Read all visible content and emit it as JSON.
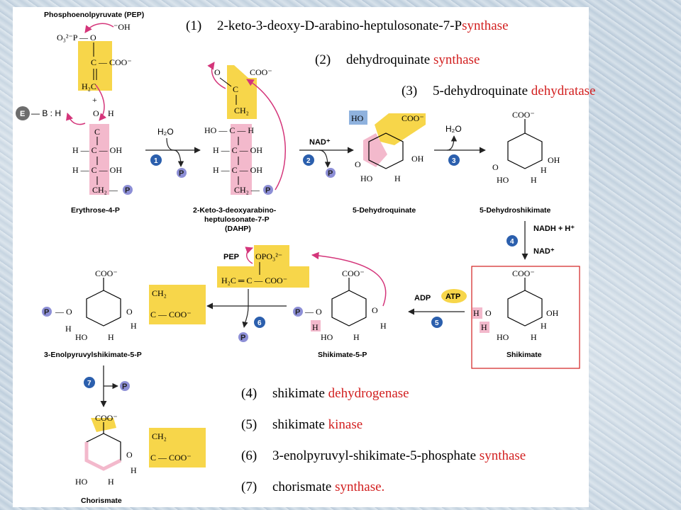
{
  "enzymes": [
    {
      "num": "(1)",
      "name": "2-keto-3-deoxy-D-arabino-heptulosonate-7-P",
      "kw": "synthase"
    },
    {
      "num": "(2)",
      "name": "dehydroquinate",
      "kw": "synthase"
    },
    {
      "num": "(3)",
      "name": "5-dehydroquinate",
      "kw": "dehydratase"
    },
    {
      "num": "(4)",
      "name": "shikimate",
      "kw": "dehydrogenase"
    },
    {
      "num": "(5)",
      "name": "shikimate",
      "kw": "kinase"
    },
    {
      "num": "(6)",
      "name": "3-enolpyruvyl-shikimate-5-phosphate",
      "kw": "synthase"
    },
    {
      "num": "(7)",
      "name": "chorismate",
      "kw": "synthase."
    }
  ],
  "compounds": {
    "pep_top": "Phosphoenolpyruvate (PEP)",
    "e4p": "Erythrose-4-P",
    "dahp_1": "2-Keto-3-deoxyarabino-",
    "dahp_2": "heptulosonate-7-P",
    "dahp_3": "(DAHP)",
    "dhq": "5-Dehydroquinate",
    "dhs": "5-Dehydroshikimate",
    "shik": "Shikimate",
    "s5p": "Shikimate-5-P",
    "eps": "3-Enolpyruvylshikimate-5-P",
    "chor": "Chorismate"
  },
  "reagents": {
    "h2o_1": "H₂O",
    "h2o_3": "H₂O",
    "nad": "NAD⁺",
    "nadh": "NADH + H⁺",
    "nad_out": "NAD⁺",
    "atp": "ATP",
    "adp": "ADP",
    "pep": "PEP",
    "enzyme_e": "E",
    "p": "P"
  },
  "steps": [
    "1",
    "2",
    "3",
    "4",
    "5",
    "6",
    "7"
  ],
  "colors": {
    "keyword": "#d21f1f",
    "yellow": "#f7d64a",
    "pink": "#f3b9cc",
    "blue_highlight": "#8fb2de",
    "step_circle": "#2b5fad",
    "p_circle": "#8d8fd6",
    "box": "#d21f1f"
  }
}
